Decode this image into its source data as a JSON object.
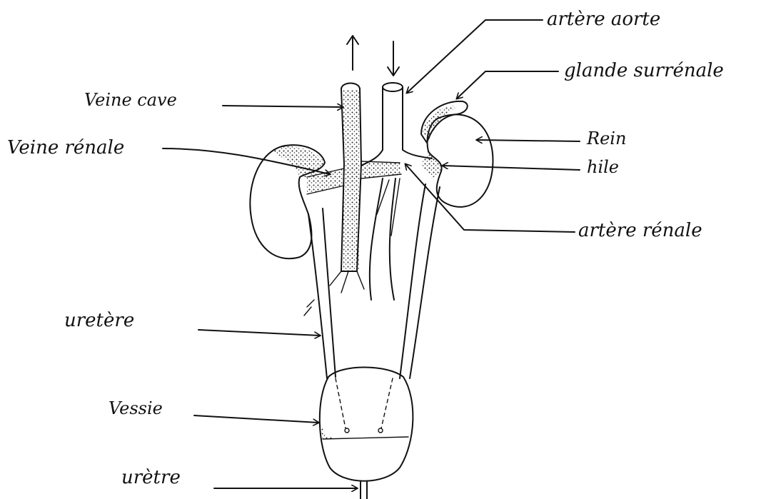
{
  "labels": {
    "artere_aorte": "artère aorte",
    "glande_surrenale": "glande surrénale",
    "veine_cave": "Veine cave",
    "rein": "Rein",
    "veine_renale": "Veine rénale",
    "hile": "hile",
    "artere_renale": "artère rénale",
    "uretere": "uretère",
    "vessie": "Vessie",
    "uretre": "urètre"
  }
}
